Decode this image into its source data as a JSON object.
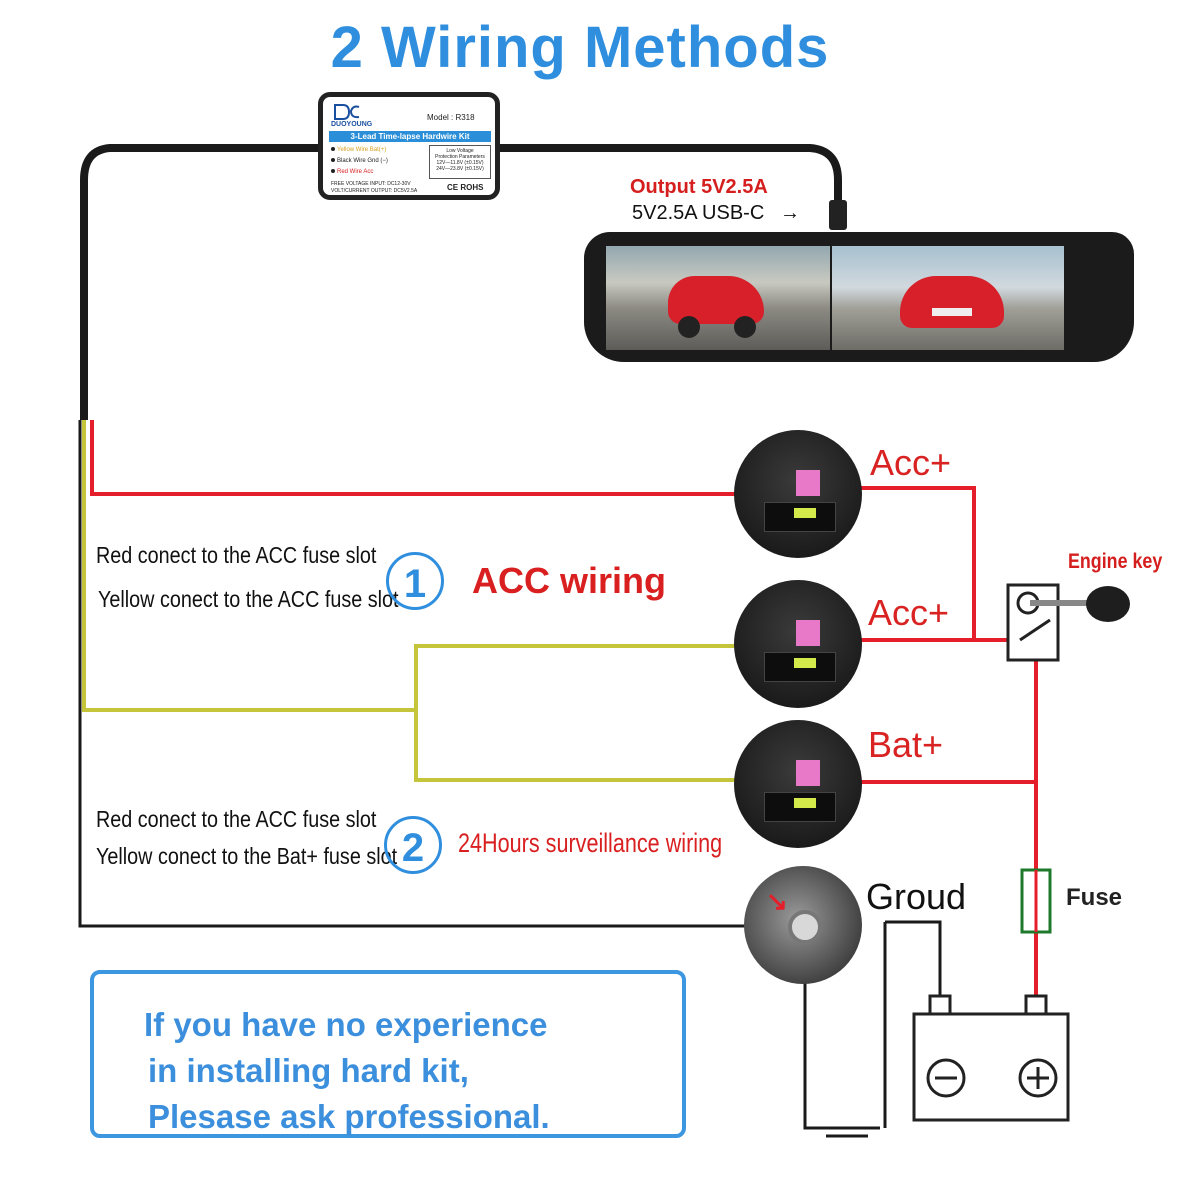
{
  "title": "2 Wiring Methods",
  "hardwire_kit": {
    "brand": "DUOYOUNG",
    "model": "Model : R318",
    "name": "3-Lead Time-lapse Hardwire Kit",
    "wires": [
      "Yellow Wire Bat(+)",
      "Black Wire Gnd (−)",
      "Red Wire Acc"
    ],
    "low_voltage_title": "Low Voltage",
    "low_voltage_sub": "Protection Parameters",
    "low_voltage_12": "12V—11.8V (±0.15V)",
    "low_voltage_24": "24V—23.8V (±0.15V)",
    "input": "FREE VOLTAGE INPUT: DC12-30V",
    "output": "VOLT/CURRENT OUTPUT: DC5V2.5A",
    "marks": "CE ROHS"
  },
  "output_label": "Output 5V2.5A",
  "usb_label": "5V2.5A USB-C",
  "fuse_labels": {
    "acc1": "Acc+",
    "acc2": "Acc+",
    "bat": "Bat+",
    "ground": "Groud"
  },
  "method1": {
    "number": "1",
    "line1": "Red conect to the ACC fuse slot",
    "line2": "Yellow conect to the ACC fuse slot",
    "title": "ACC wiring"
  },
  "method2": {
    "number": "2",
    "line1": "Red conect to the ACC fuse slot",
    "line2": "Yellow conect to the Bat+ fuse slot",
    "title": "24Hours surveillance wiring"
  },
  "engine_key_label": "Engine key",
  "fuse_label": "Fuse",
  "notice": {
    "line1": "If you have no experience",
    "line2": "in installing hard kit,",
    "line3": "Plesase ask professional."
  },
  "colors": {
    "title_blue": "#2f8fde",
    "wire_red": "#e41e2b",
    "wire_yellow": "#c4c53b",
    "wire_black": "#1a1a1a",
    "label_red": "#d92222"
  }
}
